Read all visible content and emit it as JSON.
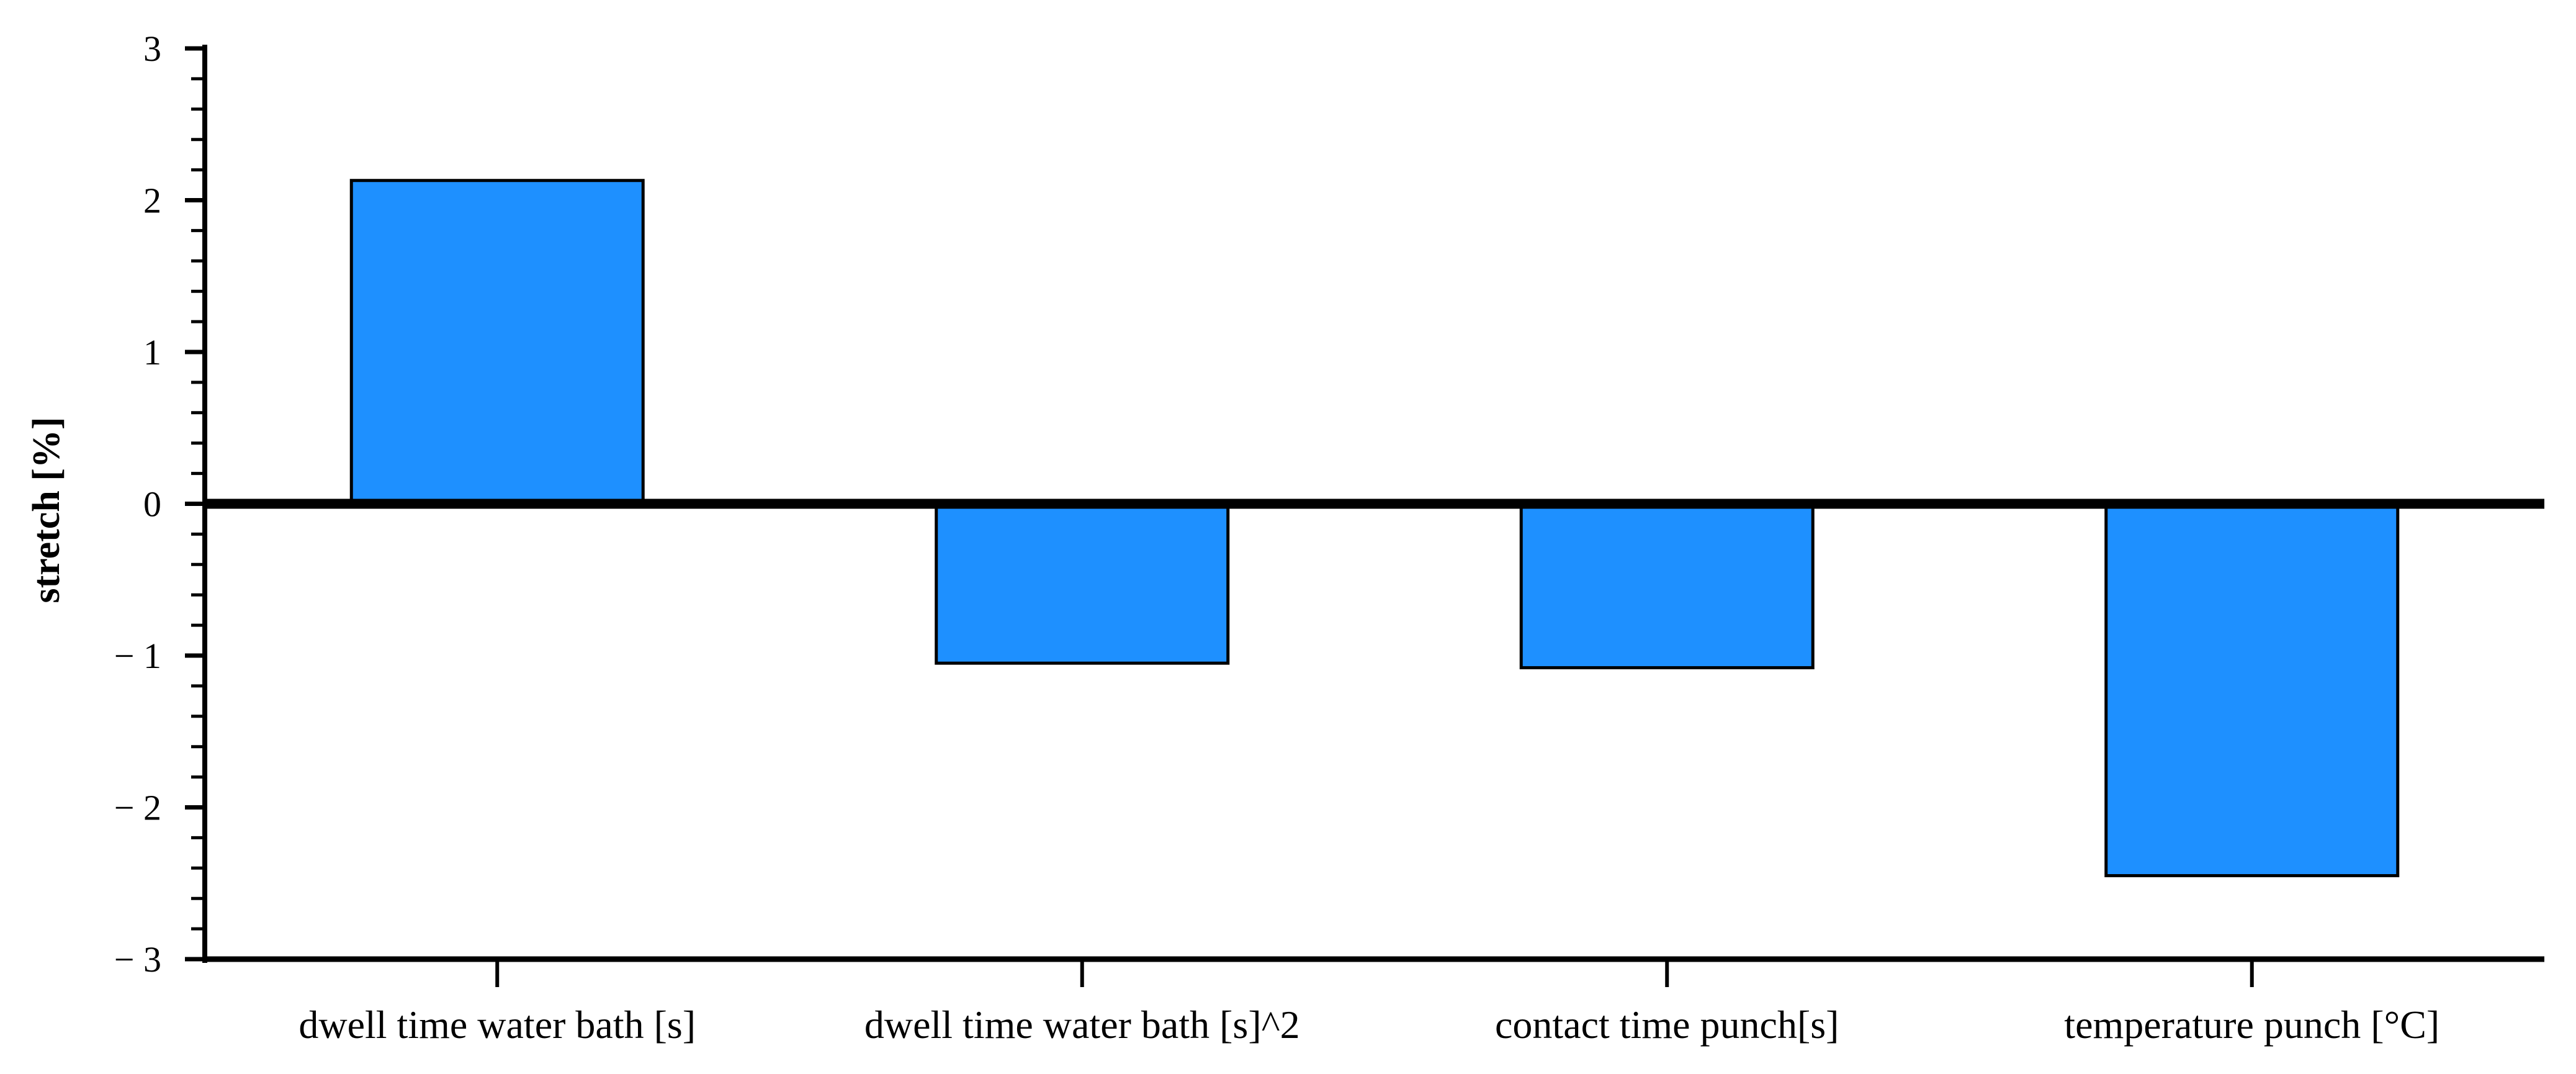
{
  "chart_data": {
    "type": "bar",
    "categories": [
      "dwell time water bath [s]",
      "dwell time water bath [s]^2",
      "contact time punch[s]",
      "temperature punch [°C]"
    ],
    "values": [
      2.13,
      -1.05,
      -1.08,
      -2.45
    ],
    "title": "",
    "xlabel": "",
    "ylabel": "stretch [%]",
    "ylim": [
      -3,
      3
    ],
    "yticks": [
      3,
      2,
      1,
      0,
      -1,
      -2,
      -3
    ],
    "ytick_labels": [
      "3",
      "2",
      "1",
      "0",
      "− 1",
      "− 2",
      "− 3"
    ],
    "minor_ticks_per_unit": 5,
    "grid": false,
    "legend": "none",
    "colors": {
      "bar_fill": "#1E90FF",
      "bar_stroke": "#000000",
      "axis": "#000000"
    }
  }
}
